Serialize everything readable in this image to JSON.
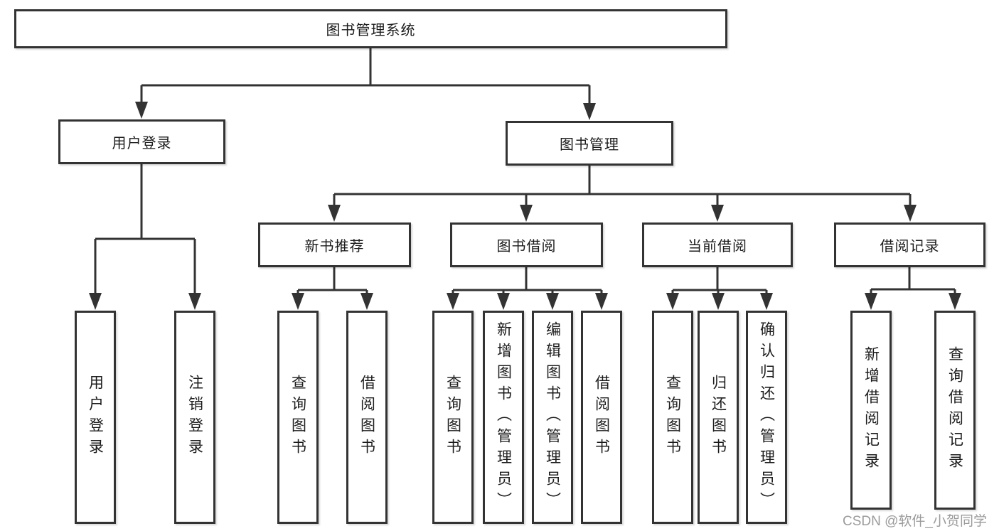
{
  "diagram": {
    "root": "图书管理系统",
    "level2": [
      "用户登录",
      "图书管理"
    ],
    "level3": [
      "新书推荐",
      "图书借阅",
      "当前借阅",
      "借阅记录"
    ],
    "leaves": {
      "user_login": [
        "用户登录",
        "注销登录"
      ],
      "new_book": [
        "查询图书",
        "借阅图书"
      ],
      "book_borrow": [
        "查询图书",
        "新增图书（管理员）",
        "编辑图书（管理员）",
        "借阅图书"
      ],
      "current_borrow": [
        "查询图书",
        "归还图书",
        "确认归还（管理员）"
      ],
      "borrow_record": [
        "新增借阅记录",
        "查询借阅记录"
      ]
    },
    "line_color": "#333333"
  },
  "watermark": {
    "text": "CSDN @软件_小贺同学",
    "color": "#9b9b9b"
  }
}
